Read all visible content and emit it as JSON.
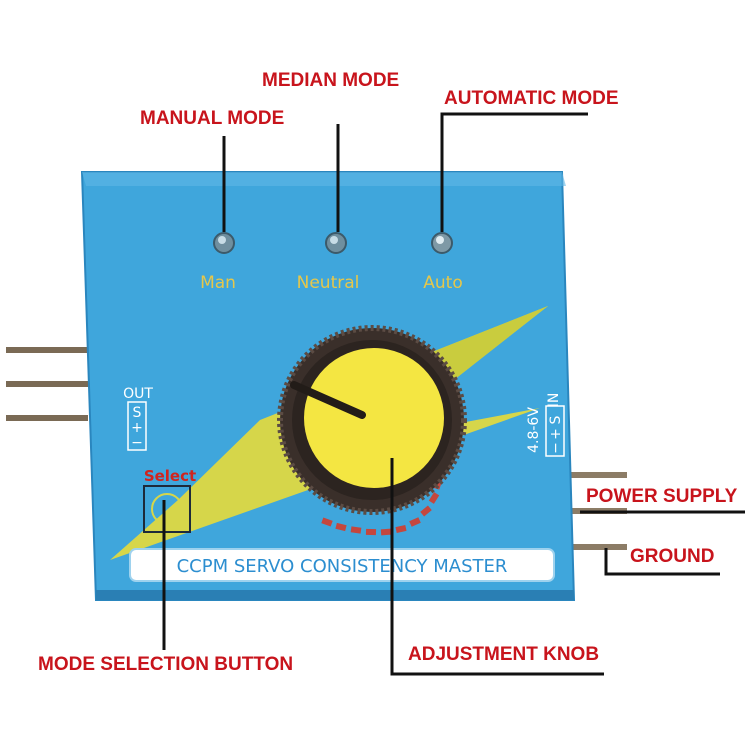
{
  "callouts": {
    "manual_mode": "MANUAL MODE",
    "median_mode": "MEDIAN MODE",
    "automatic_mode": "AUTOMATIC MODE",
    "power_supply": "POWER SUPPLY",
    "ground": "GROUND",
    "mode_selection_button": "MODE SELECTION BUTTON",
    "adjustment_knob": "ADJUSTMENT KNOB"
  },
  "device": {
    "led_labels": [
      "Man",
      "Neutral",
      "Auto"
    ],
    "out_label": "OUT",
    "out_pins": [
      "S",
      "+",
      "−"
    ],
    "in_label": "IN",
    "in_pins": [
      "S",
      "+",
      "−"
    ],
    "voltage": "4.8-6V",
    "select_label": "Select",
    "banner": "CCPM SERVO CONSISTENCY MASTER"
  },
  "colors": {
    "callout_text": "#c8141c",
    "pcb_blue": "#3fa6dc",
    "bolt_yellow": "#d6d64a",
    "knob_yellow": "#f4e642",
    "led_label": "#e6c74a"
  }
}
